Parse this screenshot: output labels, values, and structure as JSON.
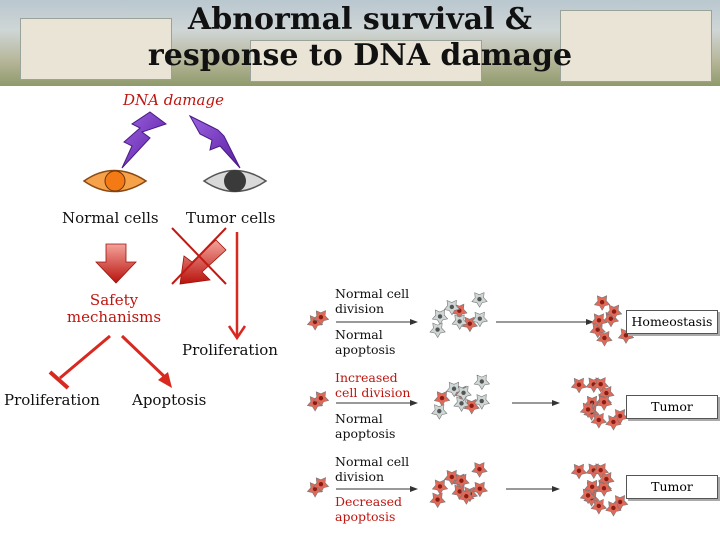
{
  "title_line1": "Abnormal survival &",
  "title_line2": "response to DNA damage",
  "dna_damage": "DNA damage",
  "normal_cells": "Normal cells",
  "tumor_cells": "Tumor cells",
  "safety_mechanisms_1": "Safety",
  "safety_mechanisms_2": "mechanisms",
  "proliferation_right": "Proliferation",
  "proliferation_left": "Proliferation",
  "apoptosis": "Apoptosis",
  "rows": [
    {
      "division": "Normal cell division",
      "apoptosis": "Normal apoptosis",
      "outcome": "Homeostasis"
    },
    {
      "division": "Increased cell division",
      "apoptosis": "Normal apoptosis",
      "outcome": "Tumor"
    },
    {
      "division": "Normal cell division",
      "apoptosis": "Decreased apoptosis",
      "outcome": "Tumor"
    }
  ],
  "colors": {
    "lightning": "#7b2fc4",
    "normal_cell_fill": "#f6a24a",
    "normal_nucleus": "#f47a16",
    "tumor_cell_fill": "#d9d9d9",
    "tumor_nucleus": "#3a3a3a",
    "red_arrow": "#d8281f",
    "red_text": "#c0150f"
  }
}
